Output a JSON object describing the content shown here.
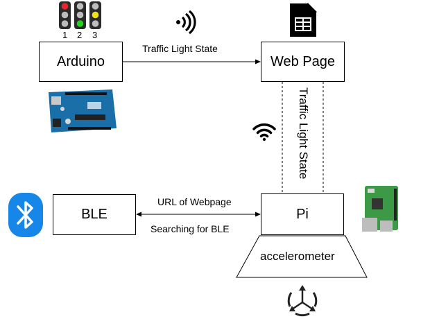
{
  "traffic_lights": {
    "numbers": [
      "1",
      "2",
      "3"
    ],
    "colors": {
      "red": "#e8252a",
      "green": "#22d41d",
      "yellow": "#f2e21c",
      "off": "#bdbdbd",
      "housing": "#2b2b2b"
    }
  },
  "nodes": {
    "arduino": "Arduino",
    "webpage": "Web Page",
    "ble": "BLE",
    "pi": "Pi",
    "accelerometer": "accelerometer"
  },
  "edges": {
    "arduino_to_webpage": "Traffic Light State",
    "webpage_pi_vertical": "Traffic Light State",
    "pi_to_ble_top": "URL of Webpage",
    "pi_to_ble_bottom": "Searching for BLE"
  },
  "icons": {
    "signal": "signal-waves-icon",
    "document": "spreadsheet-document-icon",
    "wifi": "wifi-icon",
    "bluetooth": "bluetooth-icon",
    "arduino_board": "arduino-board-icon",
    "pi_board": "raspberry-pi-board-icon",
    "axes": "three-axis-icon"
  },
  "colors": {
    "bluetooth": "#1686e8",
    "arduino_board": "#1a6fa8",
    "pi_board": "#3c9a47"
  }
}
